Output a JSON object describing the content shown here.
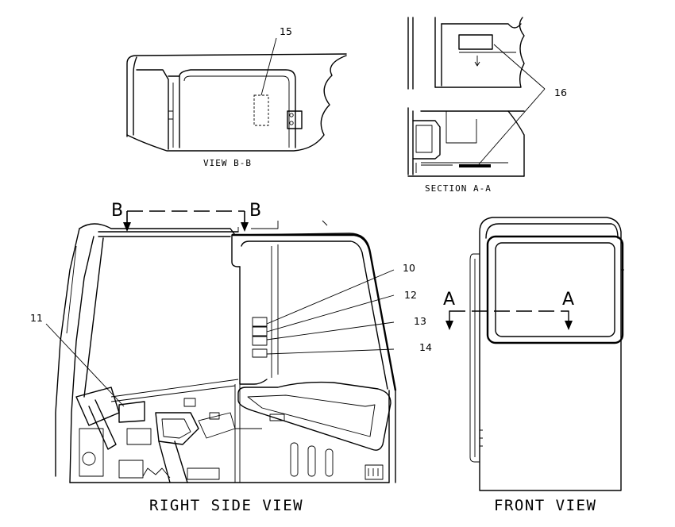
{
  "views": {
    "view_bb": {
      "caption": "VIEW B-B"
    },
    "section_aa": {
      "caption": "SECTION A-A"
    },
    "right_side": {
      "caption": "RIGHT SIDE VIEW"
    },
    "front": {
      "caption": "FRONT VIEW"
    }
  },
  "section_marks": {
    "b_left": "B",
    "b_right": "B",
    "a_left": "A",
    "a_right": "A"
  },
  "callouts": {
    "c10": "10",
    "c11": "11",
    "c12": "12",
    "c13": "13",
    "c14": "14",
    "c15": "15",
    "c16": "16"
  }
}
